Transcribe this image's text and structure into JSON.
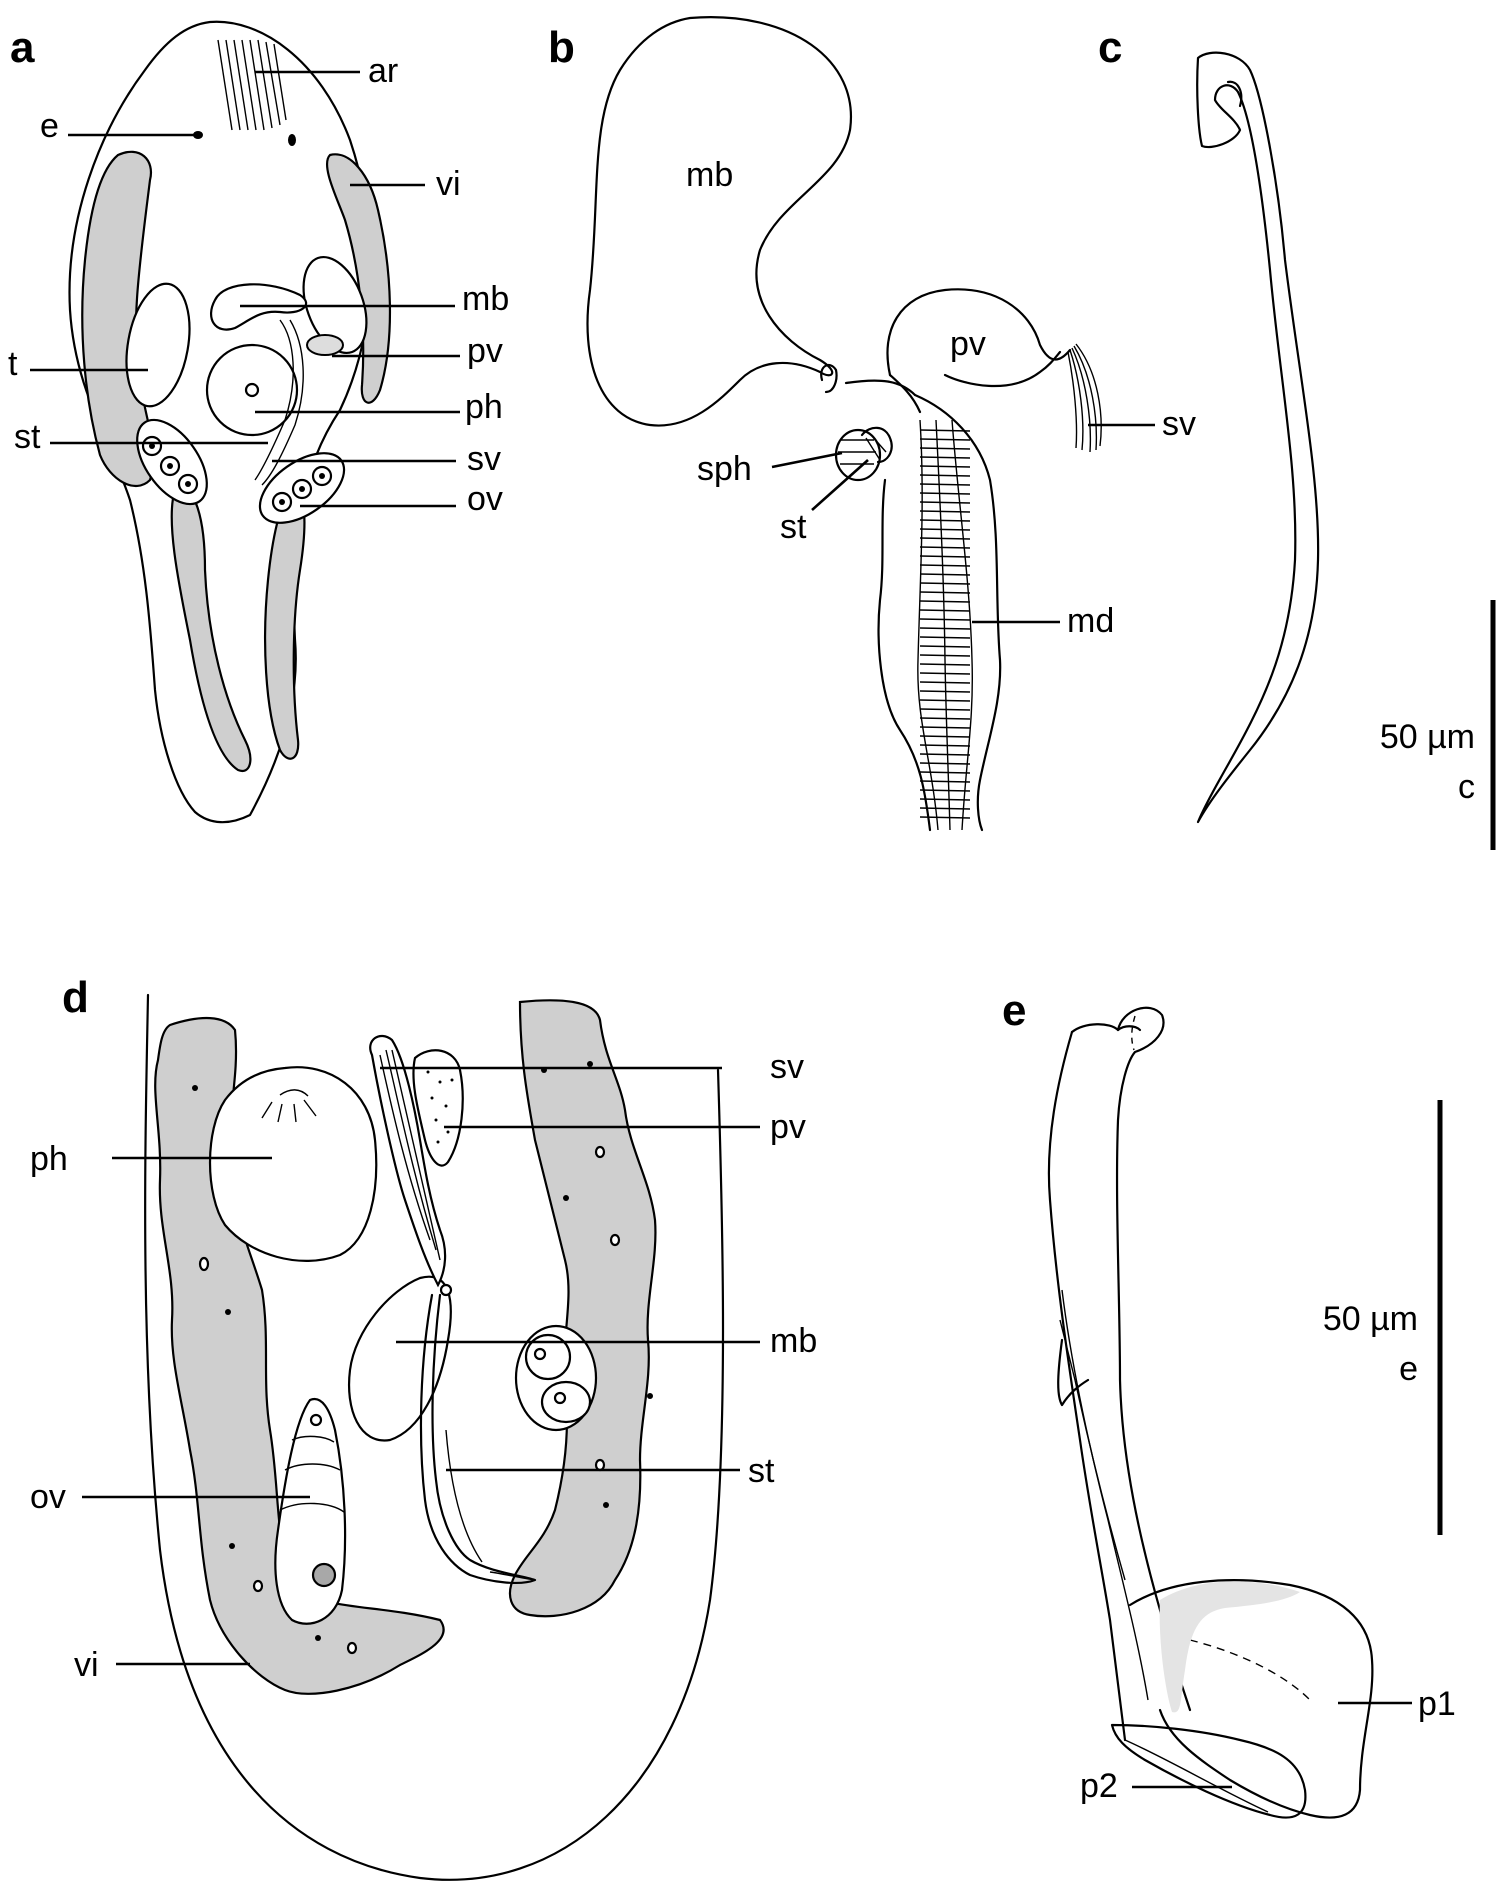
{
  "figure": {
    "panels": {
      "a": {
        "letter": "a",
        "labels": {
          "ar": "ar",
          "e": "e",
          "vi": "vi",
          "mb": "mb",
          "t": "t",
          "pv": "pv",
          "ph": "ph",
          "st": "st",
          "sv": "sv",
          "ov": "ov"
        }
      },
      "b": {
        "letter": "b",
        "labels": {
          "mb": "mb",
          "pv": "pv",
          "sv": "sv",
          "sph": "sph",
          "st": "st",
          "md": "md"
        }
      },
      "c": {
        "letter": "c"
      },
      "d": {
        "letter": "d",
        "labels": {
          "sv": "sv",
          "pv": "pv",
          "ph": "ph",
          "mb": "mb",
          "ov": "ov",
          "st": "st",
          "vi": "vi"
        }
      },
      "e": {
        "letter": "e",
        "labels": {
          "p1": "p1",
          "p2": "p2"
        }
      }
    },
    "scale_bars": [
      {
        "value": "50 µm",
        "applies_to": "c"
      },
      {
        "value": "50 µm",
        "applies_to": "e"
      }
    ]
  }
}
